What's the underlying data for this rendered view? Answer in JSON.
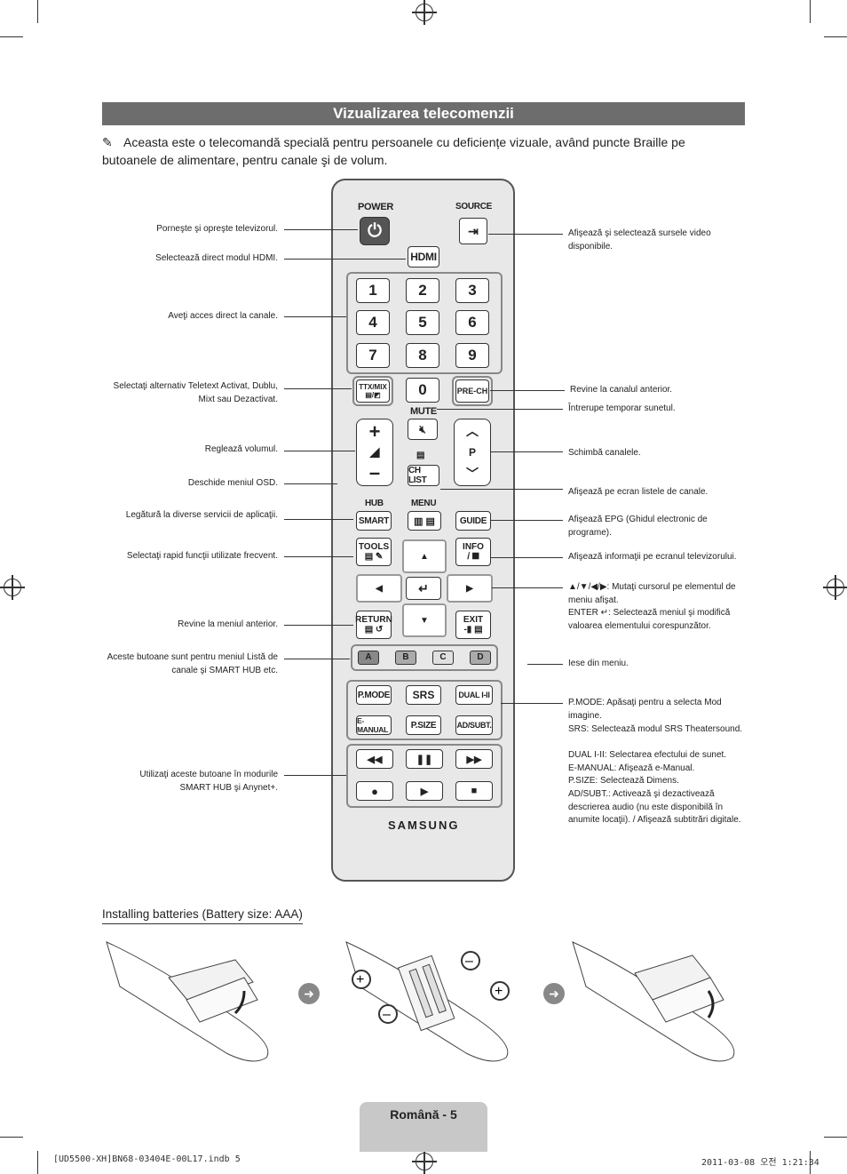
{
  "page": {
    "title": "Vizualizarea telecomenzii",
    "note": "Aceasta este o telecomandă specială pentru persoanele cu deficiențe vizuale, având puncte Braille pe butoanele de alimentare, pentru canale şi de volum.",
    "batteries_heading": "Installing batteries (Battery size: AAA)",
    "footer_label": "Română - 5",
    "slug_left": "[UD5500-XH]BN68-03404E-00L17.indb   5",
    "slug_right": "2011-03-08   오전 1:21:34"
  },
  "remote": {
    "power": "POWER",
    "source": "SOURCE",
    "hdmi": "HDMI",
    "digits": [
      "1",
      "2",
      "3",
      "4",
      "5",
      "6",
      "7",
      "8",
      "9"
    ],
    "zero": "0",
    "ttx": "TTX/MIX",
    "prech": "PRE-CH",
    "mute": "MUTE",
    "p": "P",
    "chlist": "CH LIST",
    "hub": "HUB",
    "menu": "MENU",
    "smart": "SMART",
    "guide": "GUIDE",
    "tools": "TOOLS",
    "info": "INFO",
    "return": "RETURN",
    "exit": "EXIT",
    "colors": [
      "A",
      "B",
      "C",
      "D"
    ],
    "pmode": "P.MODE",
    "srs": "SRS",
    "dual": "DUAL I-II",
    "emanual": "E-MANUAL",
    "psize": "P.SIZE",
    "adsubt": "AD/SUBT.",
    "brand": "SAMSUNG"
  },
  "annotations_left": [
    "Porneşte şi opreşte televizorul.",
    "Selectează direct modul HDMI.",
    "Aveţi acces direct la canale.",
    "Selectaţi alternativ Teletext Activat, Dublu, Mixt sau Dezactivat.",
    "Reglează volumul.",
    "Deschide meniul OSD.",
    "Legătură la diverse servicii de aplicaţii.",
    "Selectaţi rapid funcţii utilizate frecvent.",
    "Revine la meniul anterior.",
    "Aceste butoane sunt pentru meniul Listă de canale şi SMART HUB etc.",
    "Utilizaţi aceste butoane în modurile SMART HUB şi Anynet+."
  ],
  "annotations_right": [
    "Afişează şi selectează sursele video disponibile.",
    "Revine la canalul anterior.",
    "Întrerupe temporar sunetul.",
    "Schimbă canalele.",
    "Afişează pe ecran listele de canale.",
    "Afişează EPG (Ghidul electronic de programe).",
    "Afişează informaţii pe ecranul televizorului.",
    "▲/▼/◀/▶: Mutaţi cursorul pe elementul de meniu afişat.",
    "ENTER ↵: Selectează meniul şi modifică valoarea elementului corespunzător.",
    "Iese din meniu.",
    "P.MODE: Apăsaţi pentru a selecta Mod imagine.",
    "SRS: Selectează modul SRS Theatersound.",
    "DUAL I-II: Selectarea efectului de sunet.",
    "E-MANUAL: Afişează e-Manual.",
    "P.SIZE: Selectează Dimens.",
    "AD/SUBT.: Activează şi dezactivează descrierea audio (nu este disponibilă în anumite locaţii). / Afişează subtitrări digitale."
  ]
}
